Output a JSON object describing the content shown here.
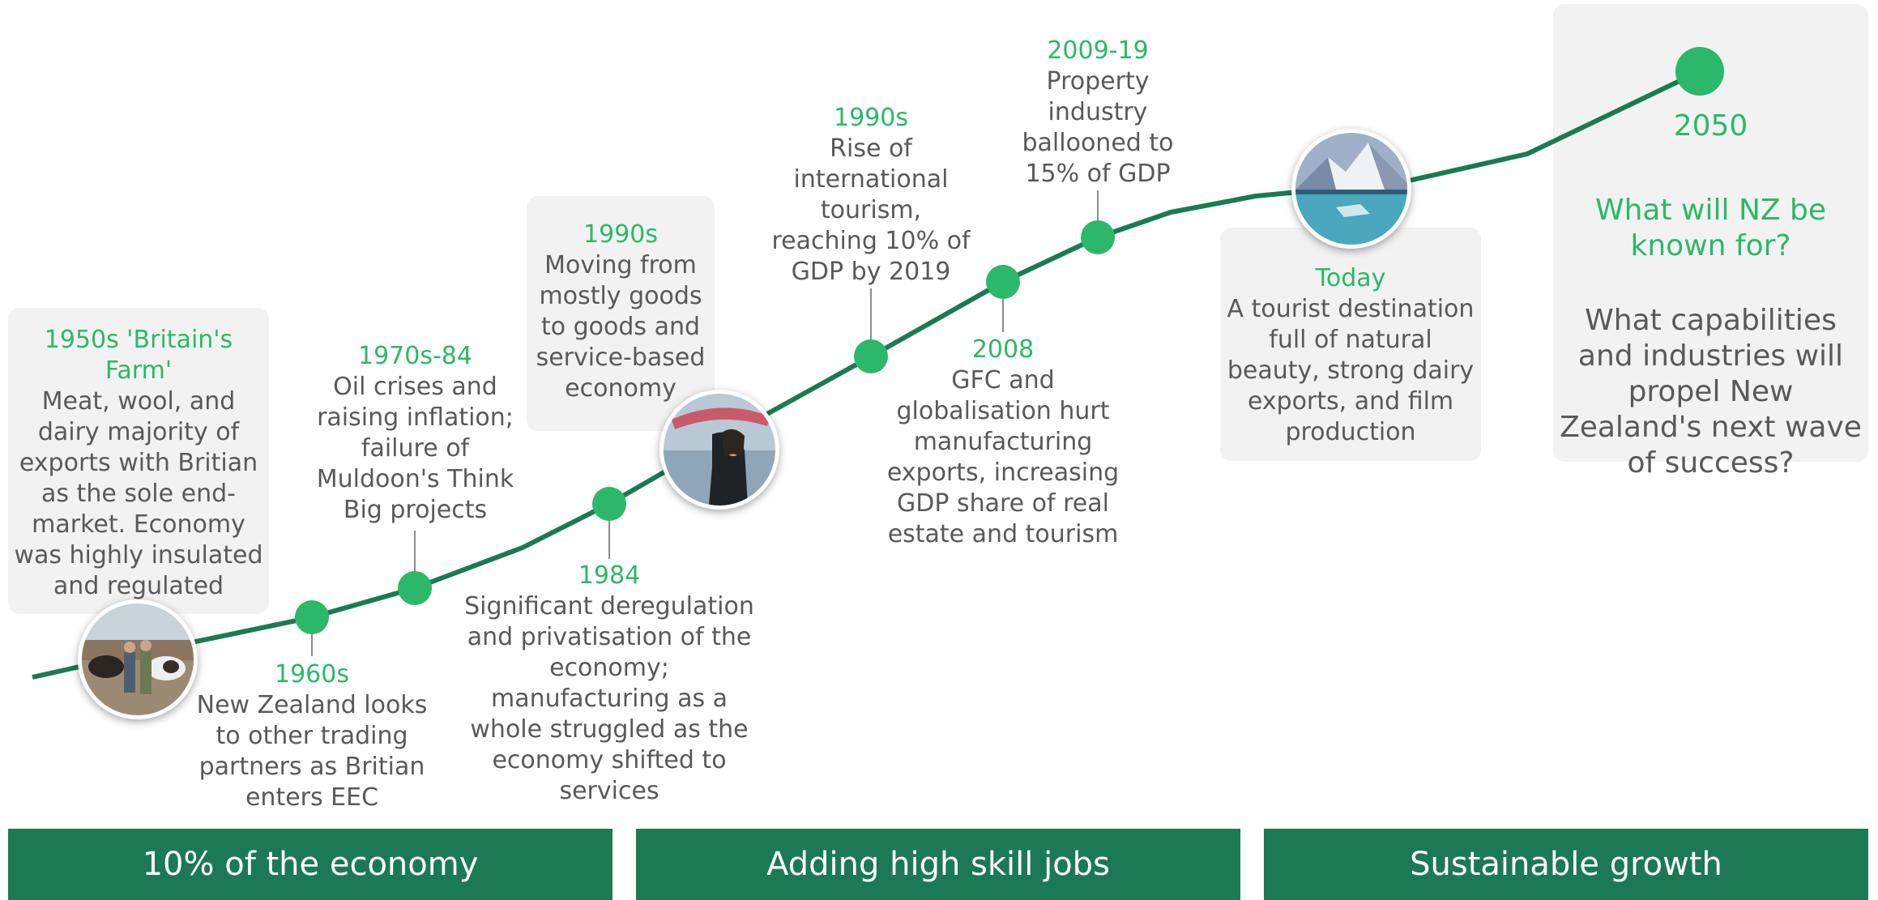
{
  "colors": {
    "line": "#1b7a53",
    "dot": "#2cb86a",
    "year_text": "#2cb86a",
    "body_text": "#595959",
    "box_bg": "#f2f2f2",
    "band_bg": "#1b7a53"
  },
  "events": [
    {
      "year": "1950s 'Britain's Farm'",
      "text": "Meat, wool, and dairy majority of exports with Britian as the sole end-market. Economy was highly insulated and regulated"
    },
    {
      "year": "1960s",
      "text": "New Zealand looks to other trading partners as Britian enters EEC"
    },
    {
      "year": "1970s-84",
      "text": "Oil crises and raising inflation; failure of Muldoon's Think Big projects"
    },
    {
      "year": "1984",
      "text": "Significant deregulation and privatisation of the economy; manufacturing as a whole struggled as the economy shifted to services"
    },
    {
      "year": "1990s",
      "text": "Moving from mostly goods to goods and service-based economy"
    },
    {
      "year": "1990s",
      "text": "Rise of international tourism, reaching 10% of GDP by 2019"
    },
    {
      "year": "2008",
      "text": "GFC and globalisation hurt manufacturing exports, increasing GDP share of real estate and tourism"
    },
    {
      "year": "2009-19",
      "text": "Property industry ballooned to 15% of GDP"
    },
    {
      "year": "Today",
      "text": "A tourist destination full of natural beauty, strong dairy exports, and film production"
    }
  ],
  "future": {
    "year": "2050",
    "question": "What will NZ be known for?",
    "text": "What capabilities and industries will propel New Zealand's next wave of success?"
  },
  "photos": [
    {
      "name": "cattle-farm-photo",
      "subject": "farmers with cattle"
    },
    {
      "name": "surfer-photo",
      "subject": "surfer carrying board"
    },
    {
      "name": "mountain-lake-photo",
      "subject": "snowy mountain and lake"
    }
  ],
  "bands": [
    {
      "label": "10% of the economy"
    },
    {
      "label": "Adding high skill jobs"
    },
    {
      "label": "Sustainable growth"
    }
  ]
}
